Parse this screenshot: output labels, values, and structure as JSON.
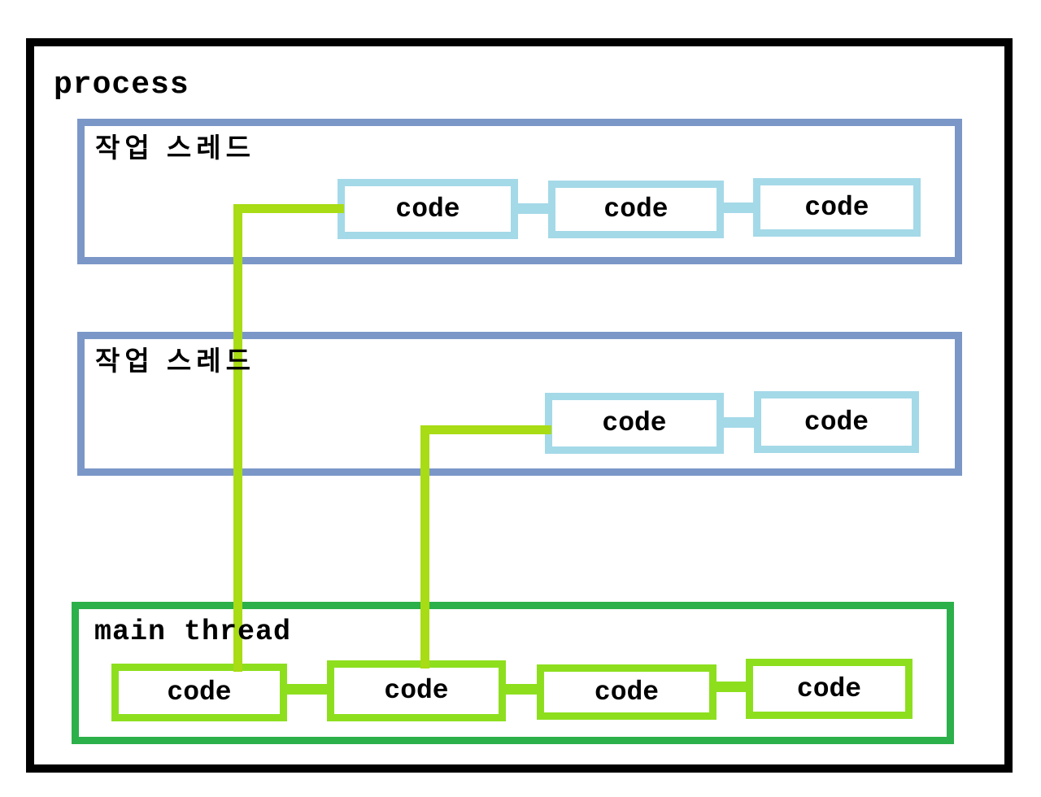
{
  "diagram": {
    "process_label": "process",
    "worker_thread_1": {
      "label": "작업 스레드",
      "codes": [
        "code",
        "code",
        "code"
      ]
    },
    "worker_thread_2": {
      "label": "작업 스레드",
      "codes": [
        "code",
        "code"
      ]
    },
    "main_thread": {
      "label": "main thread",
      "codes": [
        "code",
        "code",
        "code",
        "code"
      ]
    }
  },
  "colors": {
    "outline": "#000000",
    "worker-border": "#7b97c8",
    "worker-code-border": "#a4d9e8",
    "main-border": "#2cb04a",
    "main-code-border": "#8ddf1e",
    "connector": "#a8dc14",
    "bg": "#ffffff",
    "text": "#000000"
  }
}
